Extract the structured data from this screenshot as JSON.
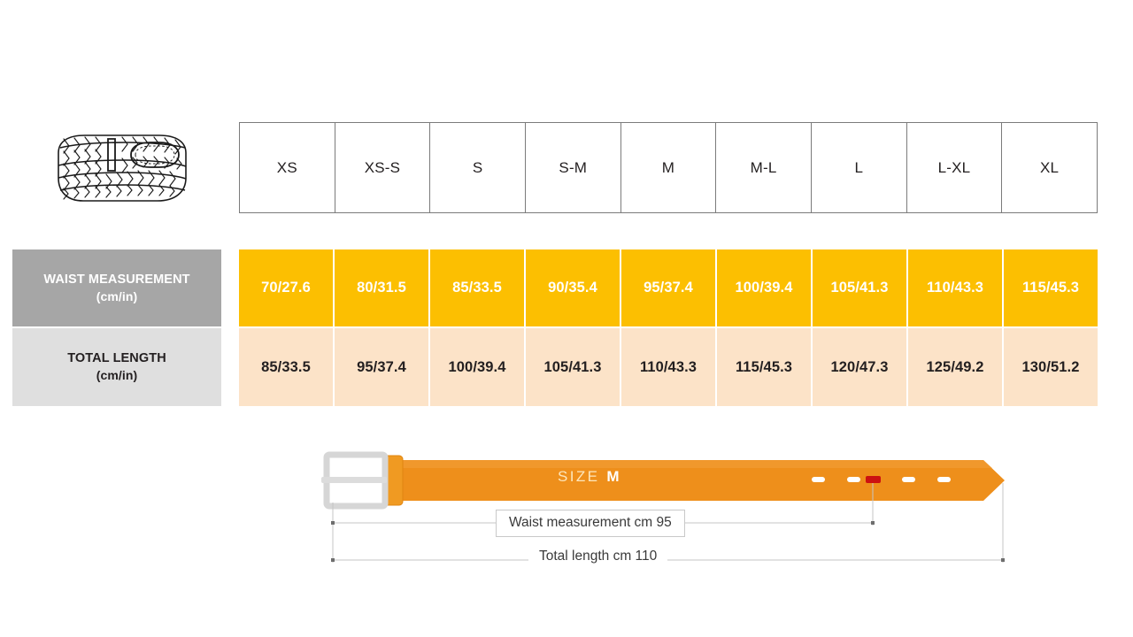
{
  "product_icon": {
    "name": "woven-belt-illustration",
    "alt": "Rolled braided woven belt with oval buckle"
  },
  "size_table": {
    "sizes": [
      "XS",
      "XS-S",
      "S",
      "S-M",
      "M",
      "M-L",
      "L",
      "L-XL",
      "XL"
    ],
    "rows": [
      {
        "key": "waist",
        "label_main": "WAIST MEASUREMENT",
        "label_unit": "(cm/in)",
        "label_bg": "#a6a6a6",
        "label_color": "#ffffff",
        "cell_bg": "#fcbf01",
        "cell_color": "#ffffff",
        "values": [
          "70/27.6",
          "80/31.5",
          "85/33.5",
          "90/35.4",
          "95/37.4",
          "100/39.4",
          "105/41.3",
          "110/43.3",
          "115/45.3"
        ]
      },
      {
        "key": "total_length",
        "label_main": "TOTAL LENGTH",
        "label_unit": "(cm/in)",
        "label_bg": "#dfdfdf",
        "label_color": "#231f20",
        "cell_bg": "#fce3c8",
        "cell_color": "#231f20",
        "values": [
          "85/33.5",
          "95/37.4",
          "100/39.4",
          "105/41.3",
          "110/43.3",
          "115/45.3",
          "120/47.3",
          "125/49.2",
          "130/51.2"
        ]
      }
    ]
  },
  "belt_diagram": {
    "size_word": "SIZE",
    "size_value": "M",
    "waist_dimension_label": "Waist measurement cm 95",
    "total_length_dimension_label": "Total length cm 110",
    "belt_color": "#ee8f1b",
    "buckle_color": "#e3e3e3",
    "highlight_hole_color": "#cc1111",
    "hole_count": 5,
    "highlighted_hole_index": 3
  }
}
